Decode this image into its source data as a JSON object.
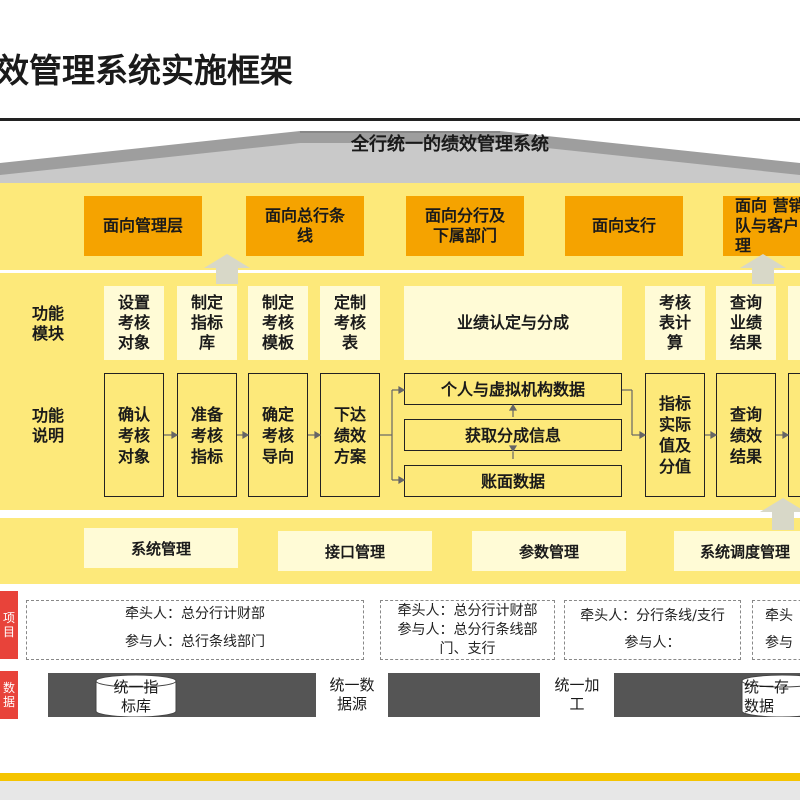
{
  "title": "效管理系统实施框架",
  "roof_label": "全行统一的绩效管理系统",
  "tiers": [
    "面向管理层",
    "面向总行条\n线",
    "面向分行及\n下属部门",
    "面向支行",
    "面向 营销\n队与客户\n理"
  ],
  "row_labels": {
    "module": "功能\n模块",
    "desc": "功能\n说明"
  },
  "modules": [
    "设置\n考核\n对象",
    "制定\n指标\n库",
    "制定\n考核\n模板",
    "定制\n考核\n表",
    "业绩认定与分成",
    "考核\n表计\n算",
    "查询\n业绩\n结果"
  ],
  "functions": [
    "确认\n考核\n对象",
    "准备\n考核\n指标",
    "确定\n考核\n导向",
    "下达\n绩效\n方案"
  ],
  "data_sources": [
    "个人与虚拟机构数据",
    "获取分成信息",
    "账面数据"
  ],
  "functions_right": [
    "指标\n实际\n值及\n分值",
    "查询\n绩效\n结果"
  ],
  "system_items": [
    "系统管理",
    "接口管理",
    "参数管理",
    "系统调度管理"
  ],
  "side_tabs": [
    "项\n目",
    "数\n据"
  ],
  "owners": [
    {
      "lead": "牵头人：总分行计财部",
      "participants": "参与人：总行条线部门"
    },
    {
      "lead": "牵头人：总分行计财部",
      "participants": "参与人：总分行条线部\n门、支行"
    },
    {
      "lead": "牵头人：分行条线/支行",
      "participants": "参与人："
    },
    {
      "lead": "牵头",
      "participants": "参与"
    }
  ],
  "data_platform": [
    "统一指\n标库",
    "统一数\n据源",
    "统一加\n工",
    "统一存\n数据"
  ],
  "colors": {
    "band": "#fde97a",
    "tier": "#f5a300",
    "module_bg": "#fffbd6",
    "red": "#e8433a",
    "platform": "#555555",
    "accent_bar": "#f5c400"
  }
}
